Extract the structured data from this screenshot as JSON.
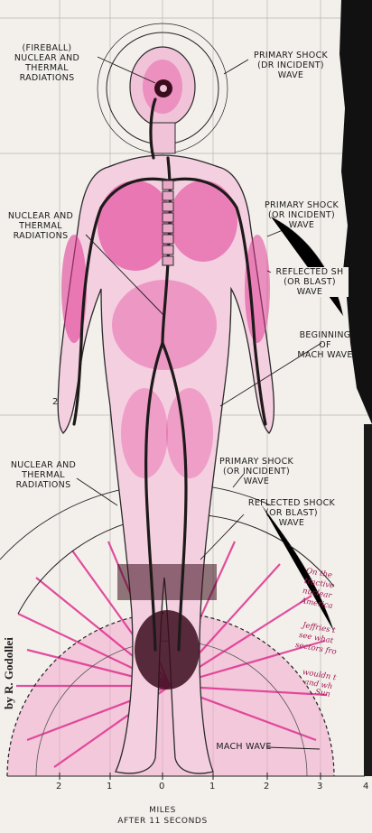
{
  "labels": {
    "fireball": "(FIREBALL)\nNUCLEAR AND\nTHERMAL\nRADIATIONS",
    "primary_shock_top": "PRIMARY SHOCK\n(DR INCIDENT)\nWAVE",
    "nuclear_mid": "NUCLEAR AND\nTHERMAL\nRADIATIONS",
    "primary_shock_mid": "PRIMARY SHOCK\n(OR INCIDENT)\nWAVE",
    "reflected_mid": "REFLECTED SH\n(OR BLAST)\nWAVE",
    "beginning_mach": "BEGINNING\nOF\nMACH WAVE",
    "nuclear_low": "NUCLEAR AND\nTHERMAL\nRADIATIONS",
    "primary_shock_low": "PRIMARY SHOCK\n(OR INCIDENT)\nWAVE",
    "reflected_low": "REFLECTED SHOCK\n(OR BLAST)\nWAVE",
    "mach_wave": "MACH WAVE"
  },
  "handwriting": [
    "On the",
    "tractive",
    "nuclear",
    "America",
    "Jeffries t",
    "see what",
    "sectors fro",
    "wouldn t",
    "and wh",
    "Sun"
  ],
  "axis": {
    "ticks": [
      "2",
      "1",
      "0",
      "1",
      "2",
      "3",
      "4"
    ],
    "ticks_left": [
      "2"
    ],
    "caption_line1": "MILES",
    "caption_line2": "AFTER 11 SECONDS"
  },
  "credit": "by R. Godollei",
  "colors": {
    "magenta": "#e0308f",
    "ink": "#1e1a1a",
    "paper": "#f3f0ec",
    "dark_wine": "#3a0d1c"
  }
}
